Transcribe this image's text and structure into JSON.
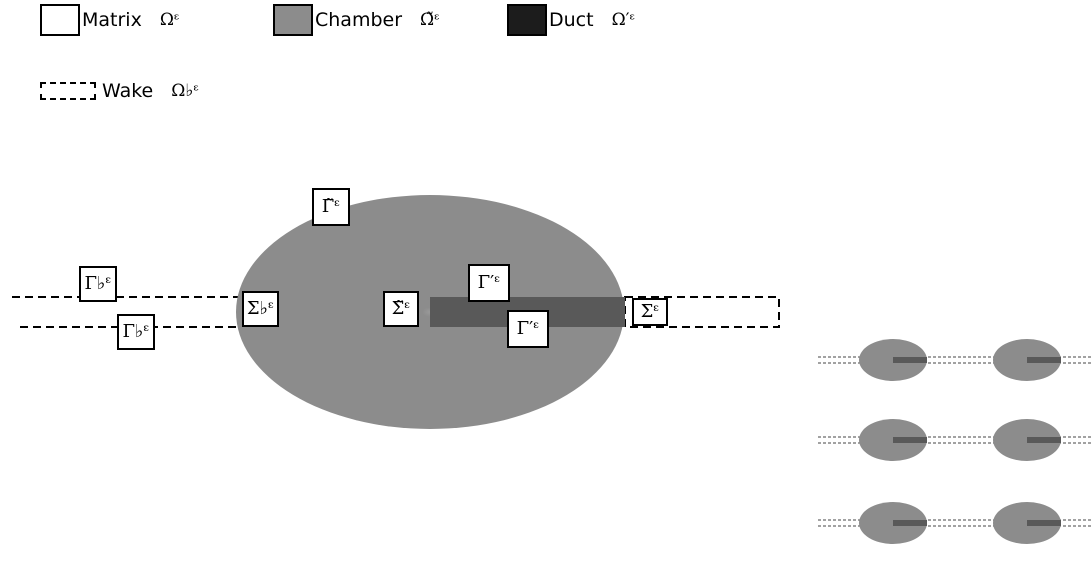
{
  "legend": {
    "matrix": {
      "label": "Matrix",
      "symbol": "Ωᵋ"
    },
    "chamber": {
      "label": "Chamber",
      "symbol": "Ω̃ᵋ"
    },
    "duct": {
      "label": "Duct",
      "symbol": "Ω′ᵋ"
    },
    "wake": {
      "label": "Wake",
      "symbol": "Ω♭ᵋ"
    }
  },
  "labels": {
    "gamma_tilde": "Γ̃ᵋ",
    "gamma_flat_top": "Γ♭ᵋ",
    "gamma_flat_bottom": "Γ♭ᵋ",
    "sigma_flat": "Σ♭ᵋ",
    "sigma_tilde": "Σ̃ᵋ",
    "gamma_prime_top": "Γ′ᵋ",
    "gamma_prime_bottom": "Γ′ᵋ",
    "sigma": "Σᵋ"
  },
  "colors": {
    "chamber": "#8c8c8c",
    "duct": "#595959",
    "line": "#000000"
  }
}
